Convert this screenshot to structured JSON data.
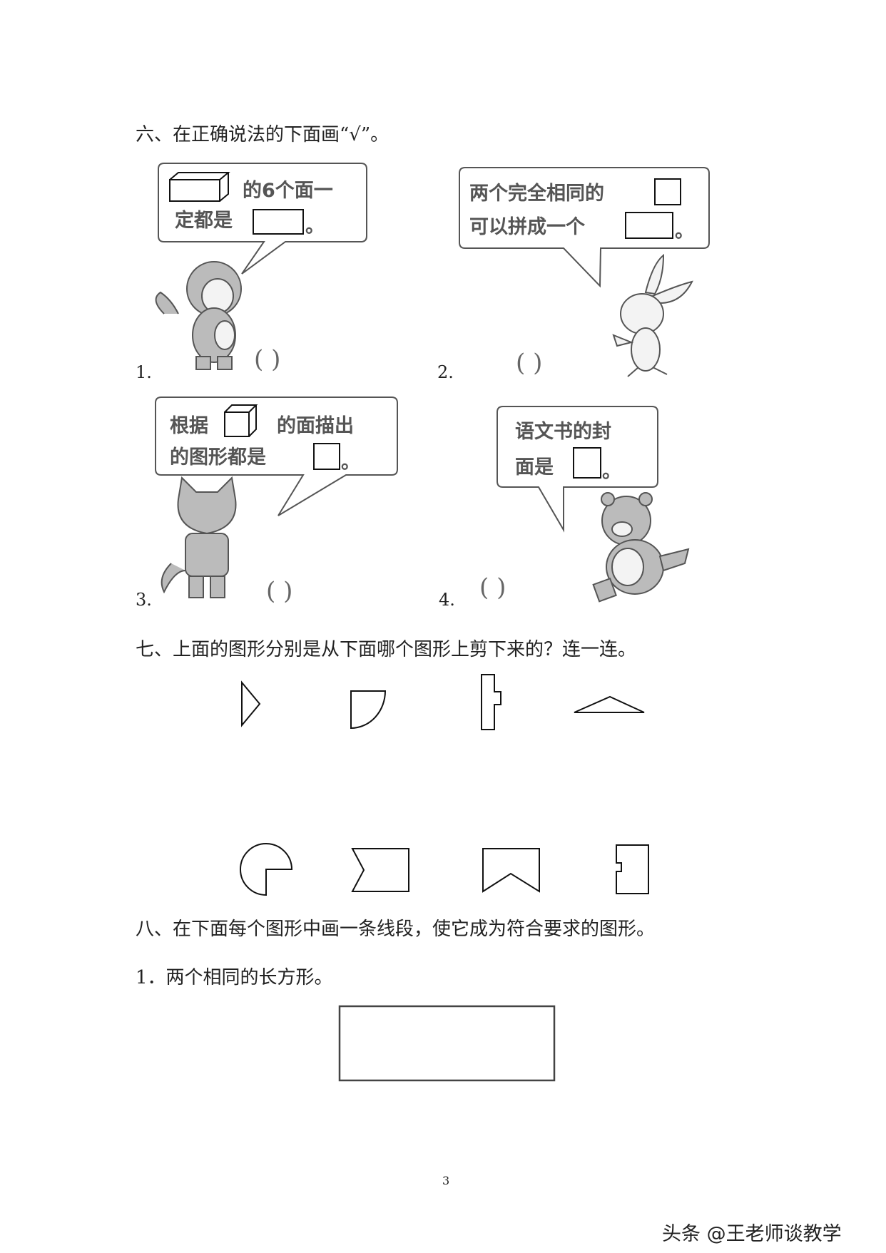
{
  "section6": {
    "title": "六、在正确说法的下面画“√”。",
    "items": [
      {
        "number": "1.",
        "line1": "的6个面一",
        "line2": "定都是",
        "end": "。",
        "answer": "(        )",
        "character": "monkey"
      },
      {
        "number": "2.",
        "line1": "两个完全相同的",
        "line2": "可以拼成一个",
        "end": "。",
        "answer": "(        )",
        "character": "rabbit"
      },
      {
        "number": "3.",
        "line1a": "根据",
        "line1b": "的面描出",
        "line2": "的图形都是",
        "end": "。",
        "answer": "(        )",
        "character": "cat"
      },
      {
        "number": "4.",
        "line1": "语文书的封",
        "line2": "面是",
        "end": "。",
        "answer": "(        )",
        "character": "bear"
      }
    ]
  },
  "section7": {
    "title": "七、上面的图形分别是从下面哪个图形上剪下来的？连一连。",
    "top_shapes": [
      "triangle-piece",
      "quarter-circle-piece",
      "notched-bar-piece",
      "flat-triangle-piece"
    ],
    "bottom_shapes": [
      "circle-missing-quarter",
      "rectangle-v-notch-left",
      "rectangle-v-notch-bottom",
      "rectangle-notch-left"
    ]
  },
  "section8": {
    "title": "八、在下面每个图形中画一条线段，使它成为符合要求的图形。",
    "item1": "1．两个相同的长方形。"
  },
  "page_number": "3",
  "watermark": "头条 @王老师谈教学"
}
